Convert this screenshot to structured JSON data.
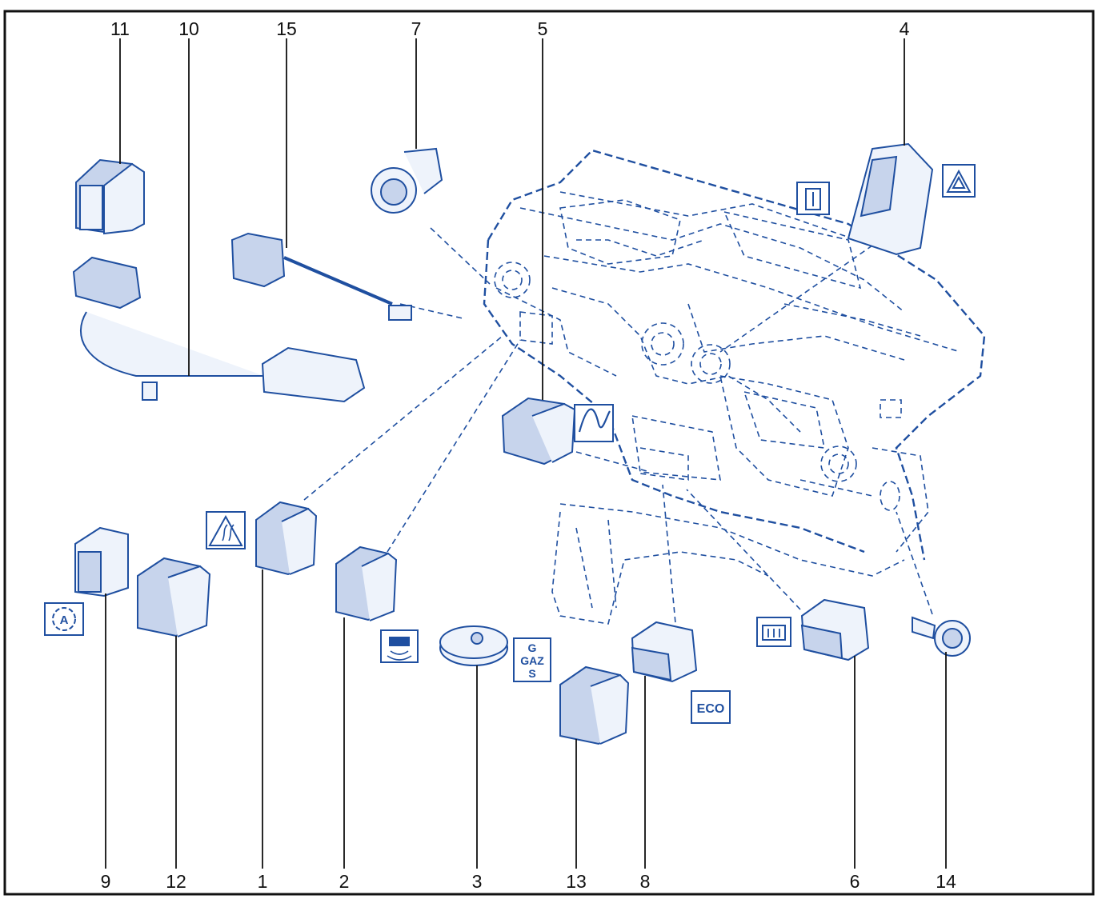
{
  "diagram": {
    "callouts": [
      "11",
      "10",
      "15",
      "7",
      "5",
      "4",
      "9",
      "12",
      "1",
      "2",
      "3",
      "13",
      "8",
      "6",
      "14"
    ],
    "symbol_texts": {
      "gas_g": "G",
      "gas_gaz": "GAZ",
      "gas_s": "S",
      "eco": "ECO"
    },
    "colors": {
      "line": "#1f4fa0",
      "frame": "#111111",
      "fill": "#eef3fb"
    },
    "icons": [
      "hazard-warning-icon",
      "door-lock-icon",
      "speed-limiter-icon",
      "traction-control-off-icon",
      "parking-sensor-icon",
      "stop-start-icon",
      "gas-fuel-icon",
      "eco-mode-icon",
      "rear-defrost-icon"
    ]
  }
}
